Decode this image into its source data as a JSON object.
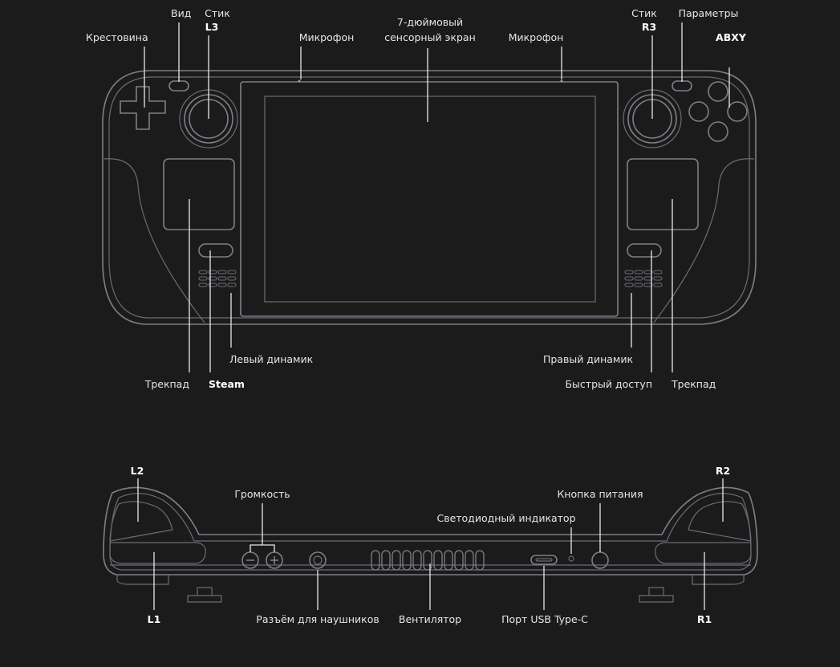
{
  "colors": {
    "background": "#1b1b1b",
    "outline": "#7d8087",
    "leader": "#e8e8e8",
    "text": "#e6e6e6"
  },
  "front": {
    "dpad": "Крестовина",
    "view": "Вид",
    "stick_l_word": "Стик",
    "stick_l_id": "L3",
    "mic_left": "Микрофон",
    "screen_size": "7-",
    "screen_rest": "дюймовый",
    "screen_line2": "сенсорный экран",
    "mic_right": "Микрофон",
    "stick_r_word": "Стик",
    "stick_r_id": "R3",
    "options": "Параметры",
    "abxy": "ABXY",
    "left_speaker": "Левый динамик",
    "trackpad_left": "Трекпад",
    "steam": "Steam",
    "right_speaker": "Правый динамик",
    "quick_access": "Быстрый доступ",
    "trackpad_right": "Трекпад"
  },
  "top": {
    "l2": "L2",
    "r2": "R2",
    "volume": "Громкость",
    "power": "Кнопка питания",
    "led": "Светодиодный индикатор",
    "l1": "L1",
    "headphone": "Разъём для наушников",
    "fan": "Вентилятор",
    "usb_prefix": "Порт ",
    "usb_type": "USB Type-C",
    "r1": "R1"
  }
}
